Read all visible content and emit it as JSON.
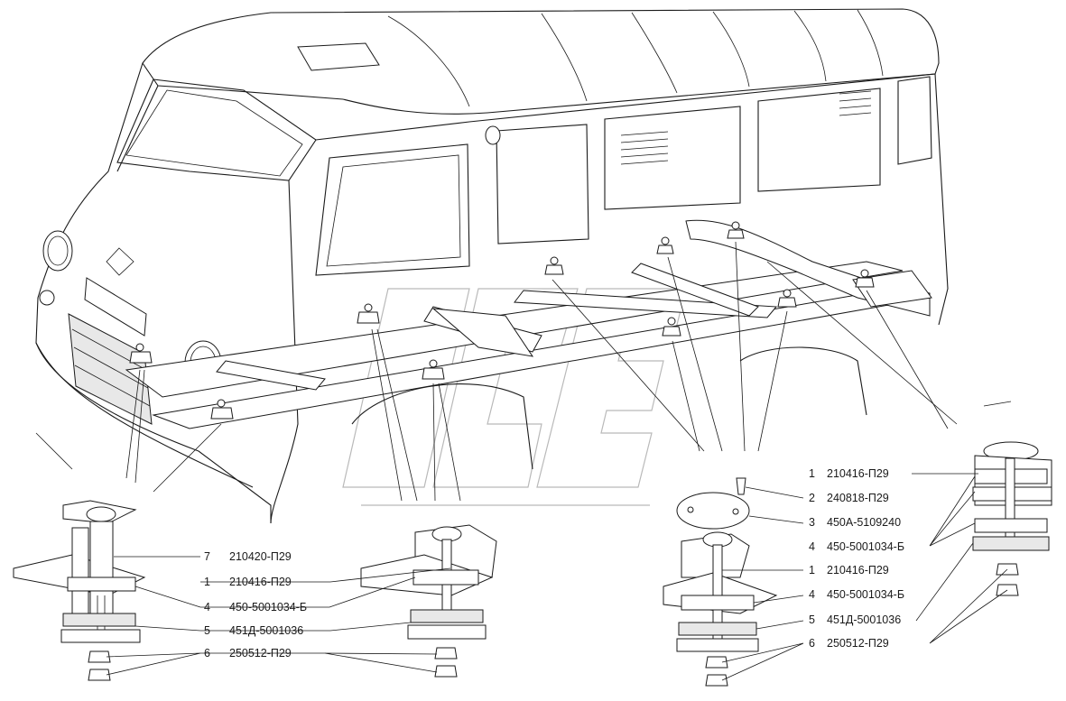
{
  "callouts": {
    "left": [
      {
        "num": "7",
        "part": "210420-П29"
      },
      {
        "num": "1",
        "part": "210416-П29"
      },
      {
        "num": "4",
        "part": "450-5001034-Б"
      },
      {
        "num": "5",
        "part": "451Д-5001036"
      },
      {
        "num": "6",
        "part": "250512-П29"
      }
    ],
    "right": [
      {
        "num": "1",
        "part": "210416-П29"
      },
      {
        "num": "2",
        "part": "240818-П29"
      },
      {
        "num": "3",
        "part": "450А-5109240"
      },
      {
        "num": "4",
        "part": "450-5001034-Б"
      },
      {
        "num": "1",
        "part": "210416-П29"
      },
      {
        "num": "4",
        "part": "450-5001034-Б"
      },
      {
        "num": "5",
        "part": "451Д-5001036"
      },
      {
        "num": "6",
        "part": "250512-П29"
      }
    ]
  }
}
